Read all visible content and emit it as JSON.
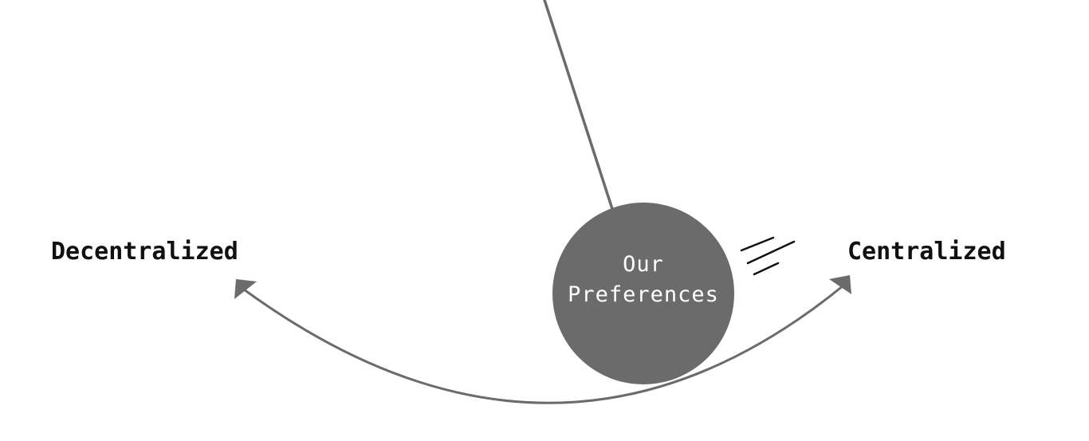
{
  "diagram": {
    "left_label": "Decentralized",
    "right_label": "Centralized",
    "ball_label_line1": "Our",
    "ball_label_line2": "Preferences"
  },
  "colors": {
    "stroke": "#6b6b6b",
    "ball_fill": "#6b6b6b",
    "ball_text": "#ffffff",
    "label_text": "#111111",
    "motion_lines": "#111111"
  }
}
